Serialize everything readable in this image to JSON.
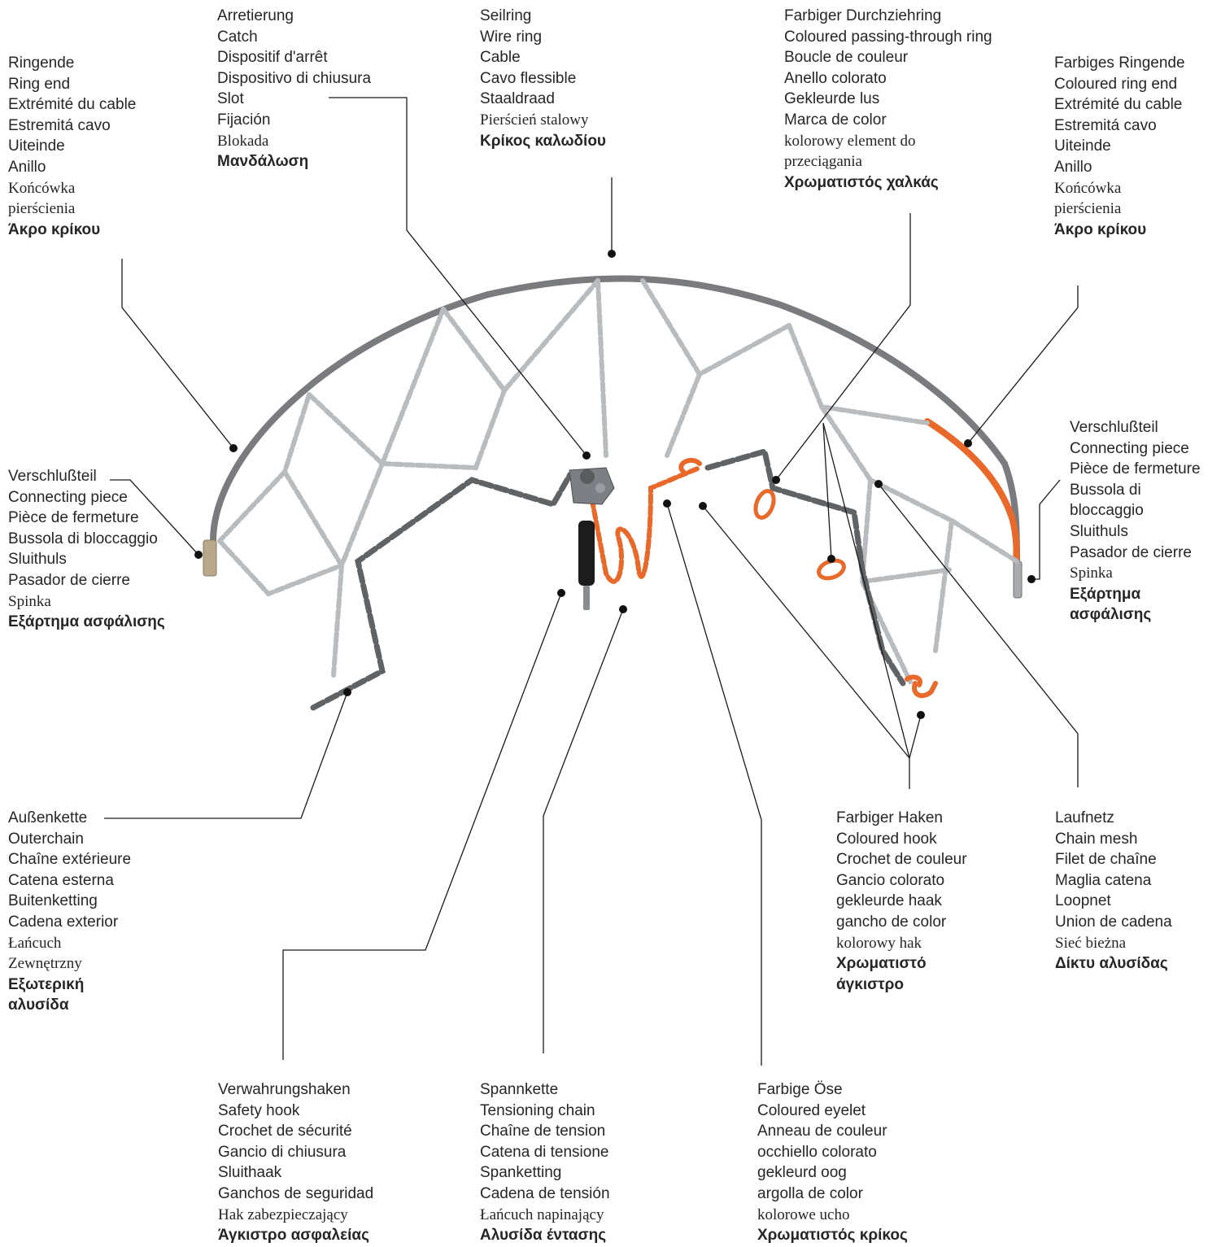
{
  "callouts": [
    {
      "id": "ring-end",
      "lines": [
        "Ringende",
        "Ring end",
        "Extrémité du cable",
        "Estremitá cavo",
        "Uiteinde",
        "Anillo"
      ],
      "polish_lines": [
        "Końcówka",
        "pierścienia"
      ],
      "greek_lines": [
        "Άκρο κρίκου"
      ]
    },
    {
      "id": "catch",
      "lines": [
        "Arretierung",
        "Catch",
        "Dispositif d'arrêt",
        "Dispositivo di chiusura",
        "Slot",
        "Fijación"
      ],
      "polish_lines": [
        "Blokada"
      ],
      "greek_lines": [
        "Μανδάλωση"
      ]
    },
    {
      "id": "wire-ring",
      "lines": [
        "Seilring",
        "Wire ring",
        "Cable",
        "Cavo flessible",
        "Staaldraad"
      ],
      "polish_lines": [
        "Pierścień stalowy"
      ],
      "greek_lines": [
        "Κρίκος καλωδίου"
      ]
    },
    {
      "id": "coloured-passing-through-ring",
      "lines": [
        "Farbiger Durchziehring",
        "Coloured passing-through ring",
        "Boucle de couleur",
        "Anello colorato",
        "Gekleurde lus",
        "Marca de color"
      ],
      "polish_lines": [
        "kolorowy element do",
        "przeciągania"
      ],
      "greek_lines": [
        "Χρωματιστός χαλκάς"
      ]
    },
    {
      "id": "coloured-ring-end",
      "lines": [
        "Farbiges Ringende",
        "Coloured ring end",
        "Extrémité du cable",
        "Estremitá cavo",
        "Uiteinde",
        "Anillo"
      ],
      "polish_lines": [
        "Końcówka",
        "pierścienia"
      ],
      "greek_lines": [
        "Άκρο κρίκου"
      ]
    },
    {
      "id": "connecting-piece-left",
      "lines": [
        "Verschlußteil",
        "Connecting piece",
        "Pièce de fermeture",
        "Bussola di bloccaggio",
        "Sluithuls",
        "Pasador de cierre"
      ],
      "polish_lines": [
        "Spinka"
      ],
      "greek_lines": [
        "Εξάρτημα ασφάλισης"
      ]
    },
    {
      "id": "connecting-piece-right",
      "lines": [
        "Verschlußteil",
        "Connecting piece",
        "Pièce de fermeture",
        "Bussola di",
        "bloccaggio",
        "Sluithuls",
        "Pasador de cierre"
      ],
      "polish_lines": [
        "Spinka"
      ],
      "greek_lines": [
        "Εξάρτημα",
        "ασφάλισης"
      ]
    },
    {
      "id": "outerchain",
      "lines": [
        "Außenkette",
        "Outerchain",
        "Chaîne extérieure",
        "Catena esterna",
        "Buitenketting",
        "Cadena exterior"
      ],
      "polish_lines": [
        "Łańcuch",
        "Zewnętrzny"
      ],
      "greek_lines": [
        "Εξωτερική",
        "αλυσίδα"
      ]
    },
    {
      "id": "coloured-hook",
      "lines": [
        "Farbiger Haken",
        "Coloured hook",
        "Crochet de couleur",
        "Gancio colorato",
        "gekleurde haak",
        "gancho de color"
      ],
      "polish_lines": [
        "kolorowy hak"
      ],
      "greek_lines": [
        "Χρωματιστό",
        "άγκιστρο"
      ]
    },
    {
      "id": "chain-mesh",
      "lines": [
        "Laufnetz",
        "Chain mesh",
        "Filet de chaîne",
        "Maglia catena",
        "Loopnet",
        "Union de cadena"
      ],
      "polish_lines": [
        "Sieć bieżna"
      ],
      "greek_lines": [
        "Δίκτυ αλυσίδας"
      ]
    },
    {
      "id": "safety-hook",
      "lines": [
        "Verwahrungshaken",
        "Safety hook",
        "Crochet de sécurité",
        "Gancio di chiusura",
        "Sluithaak",
        "Ganchos de seguridad"
      ],
      "polish_lines": [
        "Hak zabezpieczający"
      ],
      "greek_lines": [
        "Άγκιστρο ασφαλείας"
      ]
    },
    {
      "id": "tensioning-chain",
      "lines": [
        "Spannkette",
        "Tensioning chain",
        "Chaîne de tension",
        "Catena di tensione",
        "Spanketting",
        "Cadena de tensión"
      ],
      "polish_lines": [
        "Łańcuch napinający"
      ],
      "greek_lines": [
        "Αλυσίδα έντασης"
      ]
    },
    {
      "id": "coloured-eyelet",
      "lines": [
        "Farbige Öse",
        "Coloured eyelet",
        "Anneau de couleur",
        "occhiello colorato",
        "gekleurd oog",
        "argolla de color"
      ],
      "polish_lines": [
        "kolorowe ucho"
      ],
      "greek_lines": [
        "Χρωματιστός κρίκος"
      ]
    }
  ],
  "colors": {
    "ring": "#7a7b7e",
    "ring_coloured": "#e8692a",
    "chain": "#b9bcbf",
    "chain_dark": "#606366",
    "leader": "#1a1a1a",
    "accent": "#e8692a"
  }
}
